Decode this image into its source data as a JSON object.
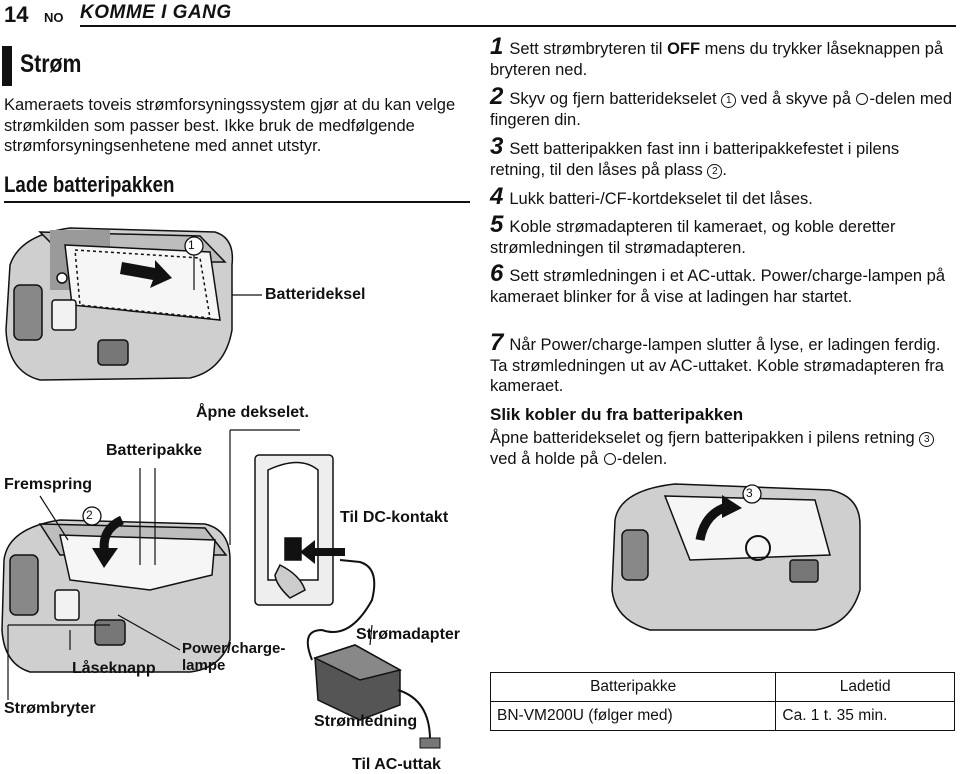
{
  "header": {
    "page_number": "14",
    "language": "NO",
    "chapter": "KOMME I GANG"
  },
  "section": {
    "title": "Strøm",
    "intro": "Kameraets toveis strømforsyningssystem gjør at du kan velge strømkilden som passer best. Ikke bruk de medfølgende strømforsyningsenhetene med annet utstyr."
  },
  "subsection": {
    "title": "Lade batteripakken"
  },
  "steps": [
    {
      "n": "1",
      "pre": "Sett strømbryteren til ",
      "bold": "OFF",
      "post": " mens du trykker låseknappen på bryteren ned."
    },
    {
      "n": "2",
      "pre": "Skyv og fjern batteridekselet ",
      "mark": "1",
      "mid": " ved å skyve på ",
      "post": "-delen med fingeren din."
    },
    {
      "n": "3",
      "pre": "Sett batteripakken fast inn i batteripakkefestet i pilens retning, til den låses på plass ",
      "mark": "2",
      "post": "."
    },
    {
      "n": "4",
      "text": "Lukk batteri-/CF-kortdekselet til det låses."
    },
    {
      "n": "5",
      "text": "Koble strømadapteren til kameraet, og koble deretter strømledningen til strømadapteren."
    },
    {
      "n": "6",
      "text": "Sett strømledningen i et AC-uttak. Power/charge-lampen på kameraet blinker for å vise at ladingen har startet."
    },
    {
      "n": "7",
      "text": "Når Power/charge-lampen slutter å lyse, er ladingen ferdig. Ta strømledningen ut av AC-uttaket. Koble strømadapteren fra kameraet."
    }
  ],
  "removal": {
    "heading": "Slik kobler du fra batteripakken",
    "pre": "Åpne batteridekselet og fjern batteripakken i pilens retning ",
    "mark": "3",
    "mid": " ved å holde på ",
    "post": "-delen."
  },
  "illustration_labels": {
    "marker_1": "1",
    "marker_2": "2",
    "marker_3": "3",
    "battery_cover": "Batterideksel",
    "open_cover": "Åpne dekselet.",
    "battery_pack": "Batteripakke",
    "protrusion": "Fremspring",
    "to_dc": "Til DC-kontakt",
    "adapter": "Strømadapter",
    "lock_button": "Låseknapp",
    "power_lamp_line1": "Power/charge-",
    "power_lamp_line2": "lampe",
    "power_switch": "Strømbryter",
    "power_cord": "Strømledning",
    "to_ac": "Til AC-uttak"
  },
  "table": {
    "headers": [
      "Batteripakke",
      "Ladetid"
    ],
    "rows": [
      [
        "BN-VM200U (følger med)",
        "Ca. 1 t. 35 min."
      ]
    ]
  }
}
